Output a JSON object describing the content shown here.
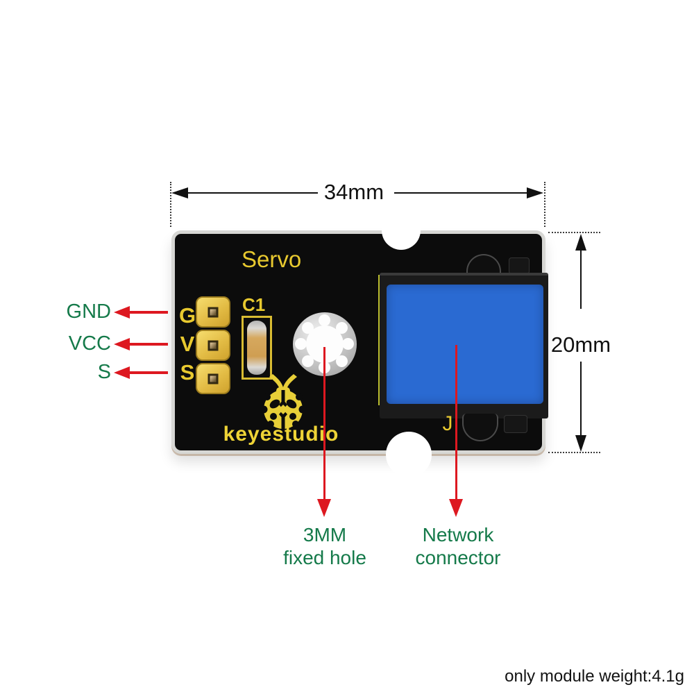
{
  "dimensions": {
    "width_label": "34mm",
    "height_label": "20mm"
  },
  "board": {
    "silk_title": "Servo",
    "brand": "keyestudio",
    "capacitor_ref": "C1",
    "connector_ref": "J",
    "pin_silk": [
      "G",
      "V",
      "S"
    ]
  },
  "callouts": {
    "pin_labels": [
      "GND",
      "VCC",
      "S"
    ],
    "fixed_hole": {
      "line1": "3MM",
      "line2": "fixed hole"
    },
    "network_connector": {
      "line1": "Network",
      "line2": "connector"
    }
  },
  "footer": {
    "weight_note": "only module weight:4.1g"
  },
  "colors": {
    "silk_yellow": "#e8c92f",
    "callout_green": "#157a4a",
    "arrow_red": "#dd1820",
    "connector_blue": "#2a6ad2",
    "pcb_black": "#0c0c0c"
  },
  "icons": {
    "logo": "ladybug-icon"
  }
}
